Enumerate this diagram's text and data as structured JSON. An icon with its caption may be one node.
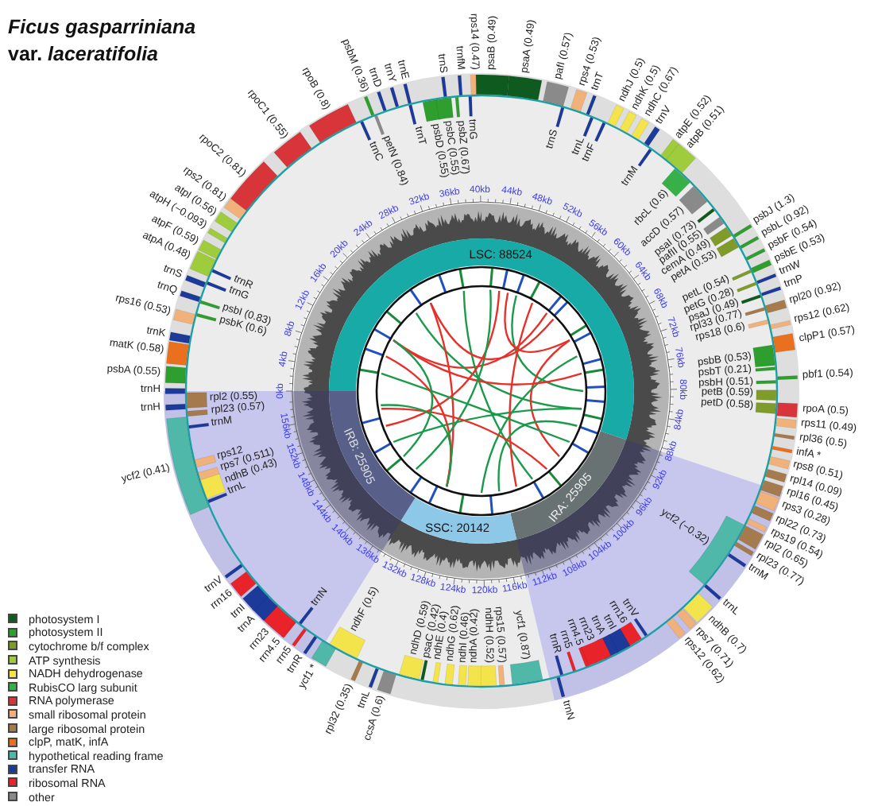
{
  "diagram": {
    "title": "*Ficus gasparriniana* var. *laceratifolia*",
    "labels": [
      "trnH",
      "trnH",
      "psbA (0.55)",
      "matK (0.58)",
      "trnK",
      "rps16 (0.53)",
      "trnQ",
      "trnS",
      "atpA (0.48)",
      "atpF (0.59)",
      "atpH (−0.093)",
      "atpI (0.56)",
      "rps2 (0.81)",
      "rpoC2 (0.81)",
      "rpoC1 (0.55)",
      "rpoB (0.8)",
      "psbM (0.36)",
      "trnD",
      "trnY",
      "trnE",
      "trnS",
      "trnfM",
      "rps14 (0.47)",
      "psaB (0.49)",
      "psaA (0.49)",
      "pafI (0.57)",
      "rps4 (0.53)",
      "trnT",
      "ndhJ (0.5)",
      "ndhK (0.5)",
      "ndhC (0.67)",
      "trnV",
      "atpE (0.52)",
      "atpB (0.51)",
      "psbJ (1.3)",
      "psbL (0.92)",
      "psbF (0.54)",
      "psbE (0.53)",
      "trnW",
      "trnP",
      "rpl20 (0.92)",
      "rps12 (0.62)",
      "clpP1 (0.57)",
      "pbf1 (0.54)",
      "rpoA (0.5)",
      "rps11 (0.49)",
      "rpl36 (0.5)",
      "infA *",
      "rps8 (0.51)",
      "rpl14 (0.09)",
      "rpl16 (0.45)",
      "rps3 (0.28)",
      "rpl22 (0.73)",
      "rps19 (0.54)",
      "rpl2 (0.65)",
      "rpl23 (0.77)",
      "trnM",
      "trnL",
      "ndhB (0.7)",
      "rps7 (0.71)",
      "rps12 (0.62)",
      "trnN",
      "ccsA (0.6)",
      "trnL",
      "rpl32 (0.35)",
      "ycf1 *",
      "trnR",
      "rrn5",
      "rrn4.5",
      "rrn23",
      "trnA",
      "trnI",
      "rrn16",
      "trnV",
      "ycf2 (0.41)",
      "trnC",
      "petN (0.84)",
      "trnT",
      "psbD (0.55)",
      "psbC (0.55)",
      "psbZ (0.67)",
      "trnG",
      "trnS",
      "trnL",
      "trnF",
      "trnM",
      "rbcL (0.6)",
      "accD (0.57)",
      "psaI (0.73)",
      "pafII (0.55)",
      "cemA (0.49)",
      "petA (0.53)",
      "petL (0.54)",
      "petG (0.28)",
      "psaJ (0.49)",
      "rpl33 (0.77)",
      "rps18 (0.6)",
      "psbB (0.53)",
      "psbT (0.21)",
      "psbH (0.51)",
      "petB (0.59)",
      "petD (0.58)",
      "ycf2 (−0.32)",
      "trnV",
      "rrn16",
      "trnI",
      "trnA",
      "rrn23",
      "rrn4.5",
      "rrn5",
      "trnR",
      "ndhF (0.5)",
      "ndhD (0.59)",
      "psaC (0.42)",
      "ndhE (0.4)",
      "ndhG (0.62)",
      "ndhI (0.46)",
      "ndhA (0.42)",
      "ndhH (0.52)",
      "rps15 (0.57)",
      "ycf1 (0.87)",
      "trnN",
      "trnL",
      "ndhB (0.43)",
      "rps7 (0.511)",
      "rps12",
      "trnM",
      "rpl23 (0.57)",
      "rpl2 (0.55)",
      "psbK (0.6)",
      "psbI (0.83)",
      "trnG",
      "trnR",
      "0kb",
      "4kb",
      "8kb",
      "12kb",
      "16kb",
      "20kb",
      "24kb",
      "28kb",
      "32kb",
      "36kb",
      "40kb",
      "44kb",
      "48kb",
      "52kb",
      "56kb",
      "60kb",
      "64kb",
      "68kb",
      "72kb",
      "76kb",
      "80kb",
      "84kb",
      "88kb",
      "92kb",
      "96kb",
      "140kb",
      "136kb",
      "132kb",
      "128kb",
      "124kb",
      "120kb",
      "116kb",
      "112kb",
      "108kb",
      "104kb",
      "100kb",
      "144kb",
      "148kb",
      "152kb",
      "156kb",
      "LSC: 88524",
      "IRA: 25905",
      "SSC: 20142",
      "IRB: 25905"
    ],
    "legend": [
      {
        "text": "photosystem I",
        "color": "#0f5a1e"
      },
      {
        "text": "photosystem II",
        "color": "#2e9e2e"
      },
      {
        "text": "cytochrome b/f complex",
        "color": "#7f9b2a"
      },
      {
        "text": "ATP synthesis",
        "color": "#9fcc3c"
      },
      {
        "text": "NADH dehydrogenase",
        "color": "#f2e44a"
      },
      {
        "text": "RubisCO larg subunit",
        "color": "#38b04a"
      },
      {
        "text": "RNA polymerase",
        "color": "#d8353a"
      },
      {
        "text": "small ribosomal protein",
        "color": "#f0b27a"
      },
      {
        "text": "large ribosomal protein",
        "color": "#a57a4c"
      },
      {
        "text": "clpP, matK, infA",
        "color": "#e8701e"
      },
      {
        "text": "hypothetical reading frame",
        "color": "#4fb8a8"
      },
      {
        "text": "transfer RNA",
        "color": "#1c3a9a"
      },
      {
        "text": "ribosomal RNA",
        "color": "#e8242a"
      },
      {
        "text": "other",
        "color": "#8a8a8a"
      }
    ]
  }
}
